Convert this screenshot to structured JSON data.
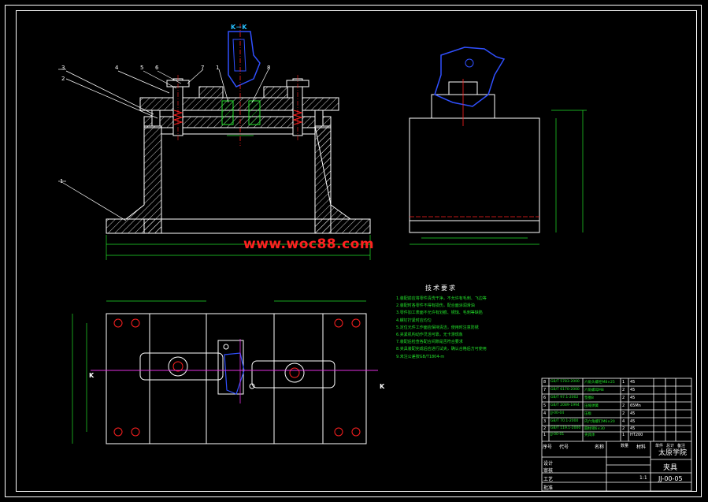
{
  "drawing": {
    "section_label": "K－K",
    "section_marker_left": "K",
    "section_marker_right": "K",
    "watermark": "www.woc88.com",
    "part_numbers": [
      "3",
      "2",
      "4",
      "5",
      "6",
      "7",
      "1",
      "8",
      "1"
    ]
  },
  "technical_requirements": {
    "title": "技术要求",
    "items": [
      "1.装配前应将零件清洗干净，不允许有毛刺、飞边等",
      "2.装配时各零件不得有损伤，配合面涂润滑油",
      "3.零件加工表面不允许有划痕、锈蚀、毛刺等缺陷",
      "4.螺钉拧紧时应均匀",
      "5.定位元件工作面应保持清洁，使用时注意防锈",
      "6.夹紧机构动作灵活可靠，无卡滞现象",
      "7.装配后检查各配合间隙是否符合要求",
      "8.夹具装配完成后应进行试夹，确认合格后方可使用",
      "9.未注公差按GB/T1804-m"
    ]
  },
  "title_block": {
    "school": "太原学院",
    "drawing_name": "夹具",
    "drawing_number": "JJ-00-05",
    "scale": "1:1",
    "header_row": [
      "序号",
      "代号",
      "名称",
      "数量",
      "材料",
      "单件",
      "总计",
      "备注"
    ],
    "parts_rows": [
      [
        "8",
        "GB/T 5783-2000",
        "六角头螺栓M8×25",
        "1",
        "45"
      ],
      [
        "7",
        "GB/T 6170-2000",
        "六角螺母M8",
        "2",
        "45"
      ],
      [
        "6",
        "GB/T 97.1-2002",
        "垫圈8",
        "2",
        "45"
      ],
      [
        "5",
        "GB/T 2089-1994",
        "压缩弹簧",
        "2",
        "65Mn"
      ],
      [
        "4",
        "JJ-00-04",
        "压板",
        "2",
        "45"
      ],
      [
        "3",
        "GB/T 70.1-2000",
        "内六角螺钉M6×20",
        "4",
        "45"
      ],
      [
        "2",
        "GB/T 119.1-2000",
        "圆柱销6×30",
        "2",
        "45"
      ],
      [
        "1",
        "JJ-00-01",
        "夹具体",
        "1",
        "HT200"
      ]
    ],
    "signature_rows": [
      "设计",
      "审核",
      "工艺",
      "批准"
    ]
  }
}
